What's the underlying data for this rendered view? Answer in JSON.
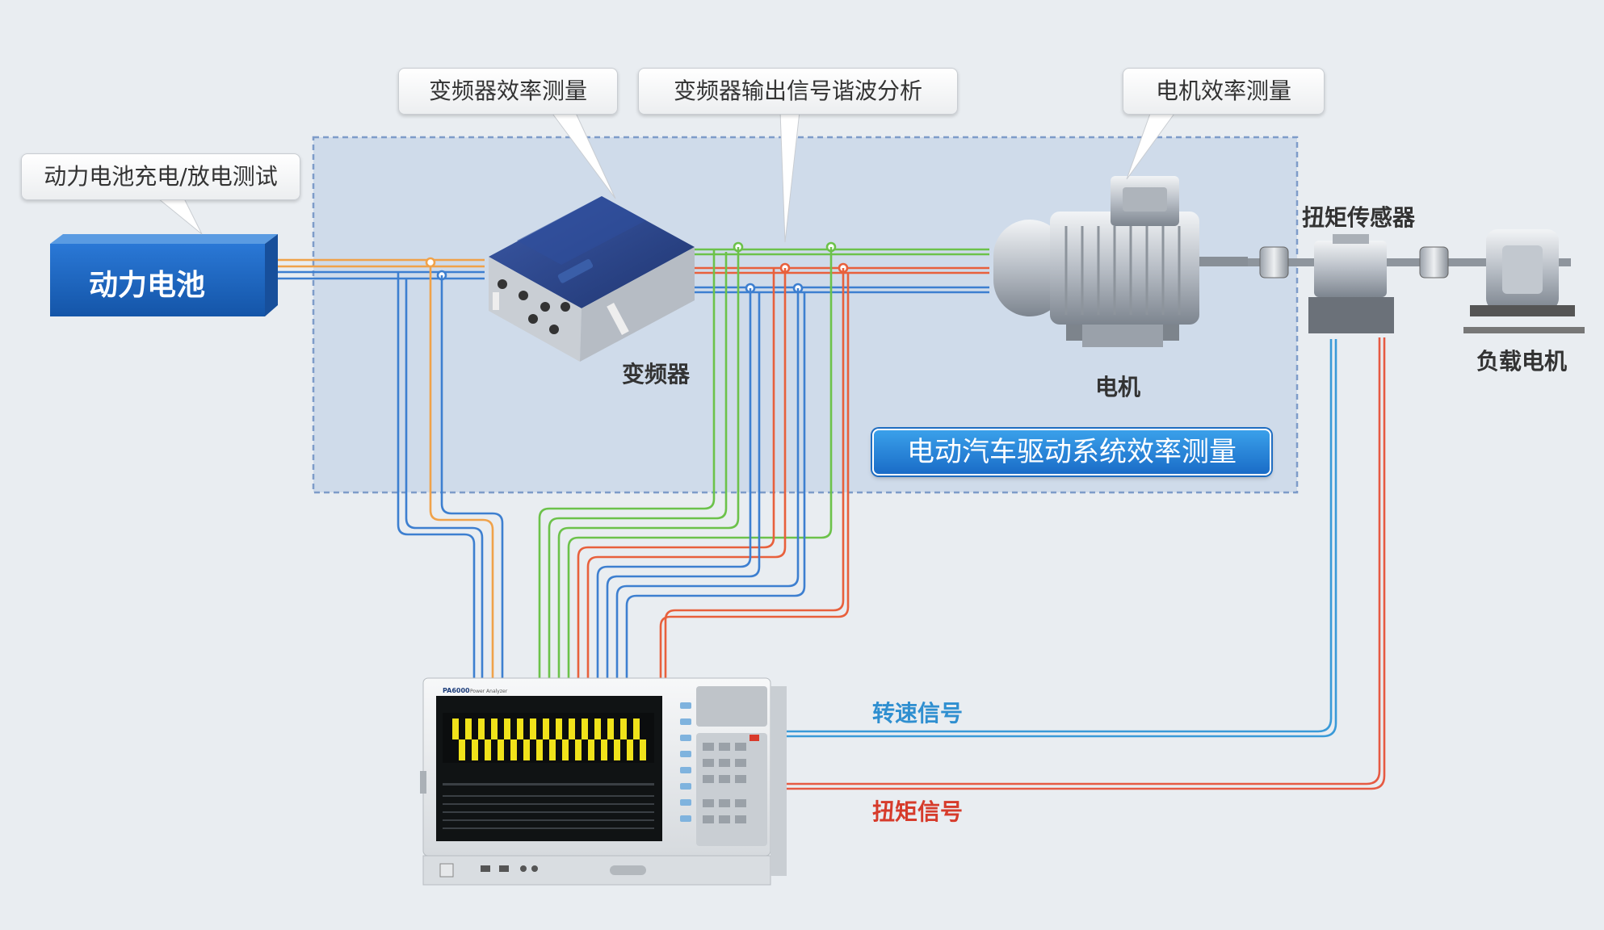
{
  "callouts": {
    "battery_test": "动力电池充电/放电测试",
    "inverter_efficiency": "变频器效率测量",
    "inverter_harmonics": "变频器输出信号谐波分析",
    "motor_efficiency": "电机效率测量"
  },
  "components": {
    "battery": "动力电池",
    "inverter": "变频器",
    "motor": "电机",
    "torque_sensor": "扭矩传感器",
    "load_motor": "负载电机"
  },
  "banner": "电动汽车驱动系统效率测量",
  "signals": {
    "speed": "转速信号",
    "torque": "扭矩信号"
  },
  "analyzer": {
    "model": "PA6000",
    "subtitle": "Power Analyzer"
  },
  "colors": {
    "orange_wire": "#f0a24a",
    "blue_wire": "#3d7fd0",
    "green_wire": "#6cc24a",
    "red_wire": "#e8603c",
    "panel_fill": "#ccd9e9",
    "panel_border": "#7e9cc9",
    "battery_fill": "#1f66c2"
  }
}
